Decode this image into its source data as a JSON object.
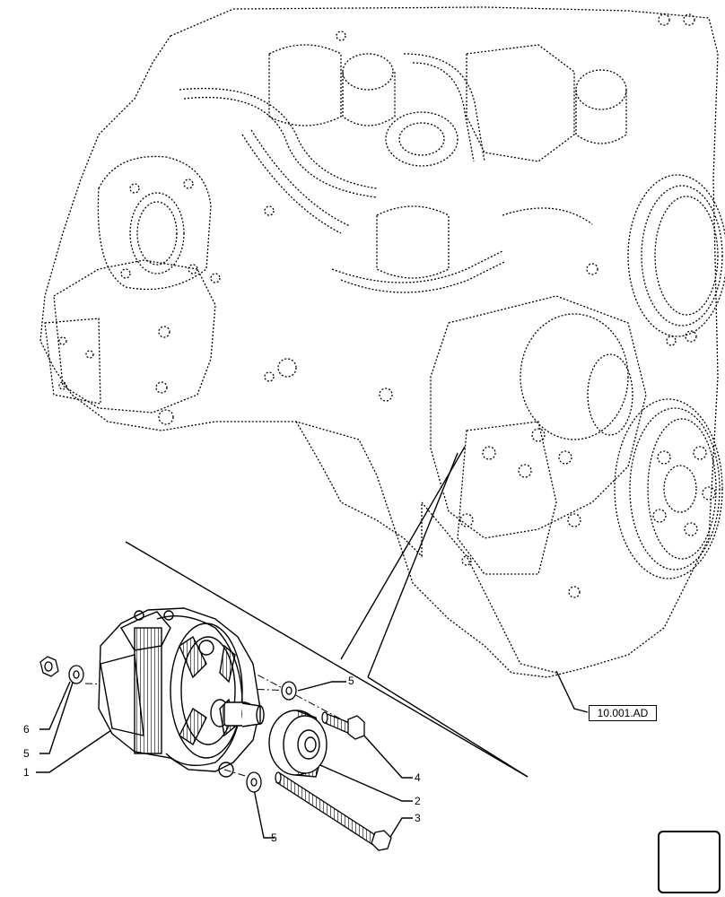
{
  "callouts": {
    "c1": "1",
    "c2": "2",
    "c3": "3",
    "c4": "4",
    "c5_top": "5",
    "c5_left": "5",
    "c5_bottom": "5",
    "c6": "6"
  },
  "reference": "10.001.AD",
  "icons": {
    "nav": "return-arrow-icon"
  },
  "colors": {
    "line": "#000000",
    "background": "#ffffff"
  }
}
